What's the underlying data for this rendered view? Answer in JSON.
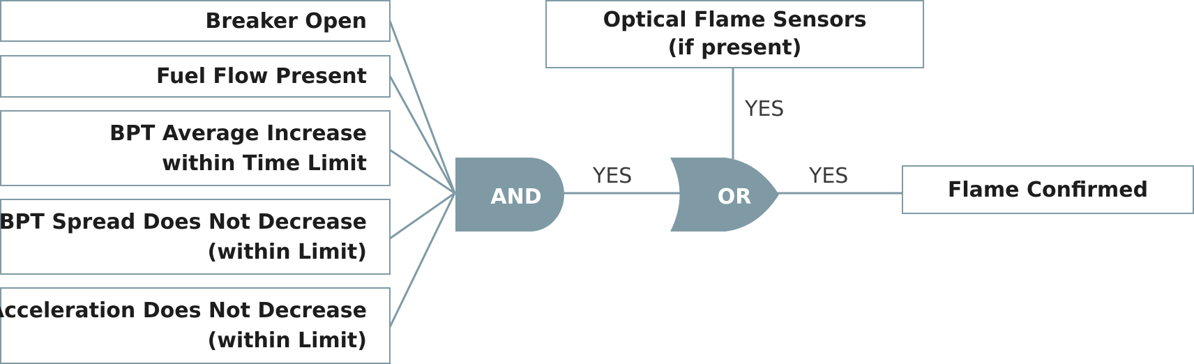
{
  "inputs": [
    {
      "lines": [
        "Breaker Open"
      ]
    },
    {
      "lines": [
        "Fuel Flow Present"
      ]
    },
    {
      "lines": [
        "BPT Average Increase",
        "within Time Limit"
      ]
    },
    {
      "lines": [
        "BPT Spread Does Not Decrease",
        "(within Limit)"
      ]
    },
    {
      "lines": [
        "Acceleration Does Not Decrease",
        "(within Limit)"
      ]
    }
  ],
  "gates": {
    "and_label": "AND",
    "or_label": "OR"
  },
  "optical": {
    "lines": [
      "Optical Flame Sensors",
      "(if present)"
    ]
  },
  "output": {
    "label": "Flame Confirmed"
  },
  "connector_labels": {
    "and_to_or": "YES",
    "optical_to_or": "YES",
    "or_to_output": "YES"
  },
  "colors": {
    "gate_fill": "#7f9aa5",
    "line": "#7f9aa5",
    "box_border": "#7f9aa5",
    "text": "#1d1d1d"
  }
}
